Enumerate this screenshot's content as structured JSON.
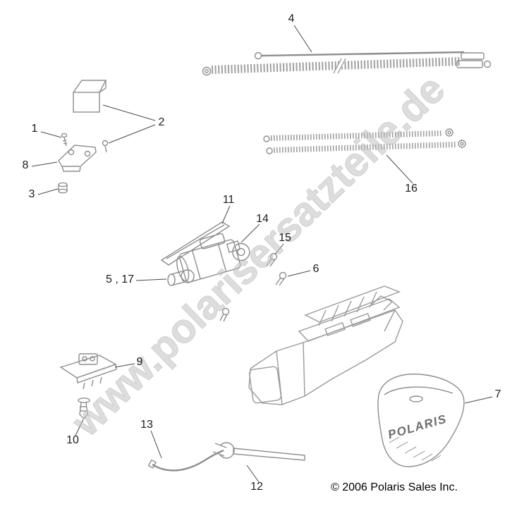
{
  "watermark": {
    "text": "www.polarisersatzteile.de"
  },
  "footer": {
    "copyright": "© 2006 Polaris Sales Inc."
  },
  "fascia": {
    "logo": "POLARIS"
  },
  "callouts": [
    {
      "label": "1"
    },
    {
      "label": "2"
    },
    {
      "label": "3"
    },
    {
      "label": "4"
    },
    {
      "label": "5 , 17"
    },
    {
      "label": "6"
    },
    {
      "label": "7"
    },
    {
      "label": "8"
    },
    {
      "label": "9"
    },
    {
      "label": "10"
    },
    {
      "label": "11"
    },
    {
      "label": "12"
    },
    {
      "label": "13"
    },
    {
      "label": "14"
    },
    {
      "label": "15"
    },
    {
      "label": "16"
    }
  ]
}
